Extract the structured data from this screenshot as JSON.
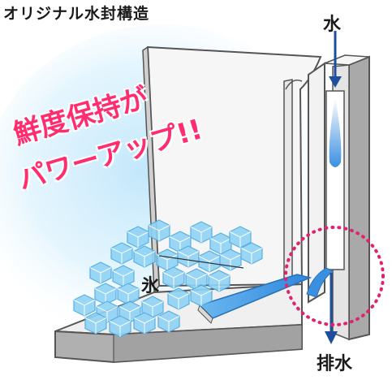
{
  "title": "オリジナル水封構造",
  "labels": {
    "water": "水",
    "ice": "氷",
    "drain": "排水"
  },
  "slogan": {
    "line1": "鮮度保持が",
    "line2": "パワーアップ!!"
  },
  "colors": {
    "slogan": "#ff2d6f",
    "highlight_circle": "#e0236e",
    "water": "#3a8fe0",
    "ice": "#8fd3f5",
    "wall_face": "#f4f4f4",
    "wall_side": "#a8a8a8",
    "glow": "#bfe6fb"
  },
  "icons": [
    "arrow-down-icon",
    "ice-cube-icon",
    "dotted-circle-icon"
  ]
}
